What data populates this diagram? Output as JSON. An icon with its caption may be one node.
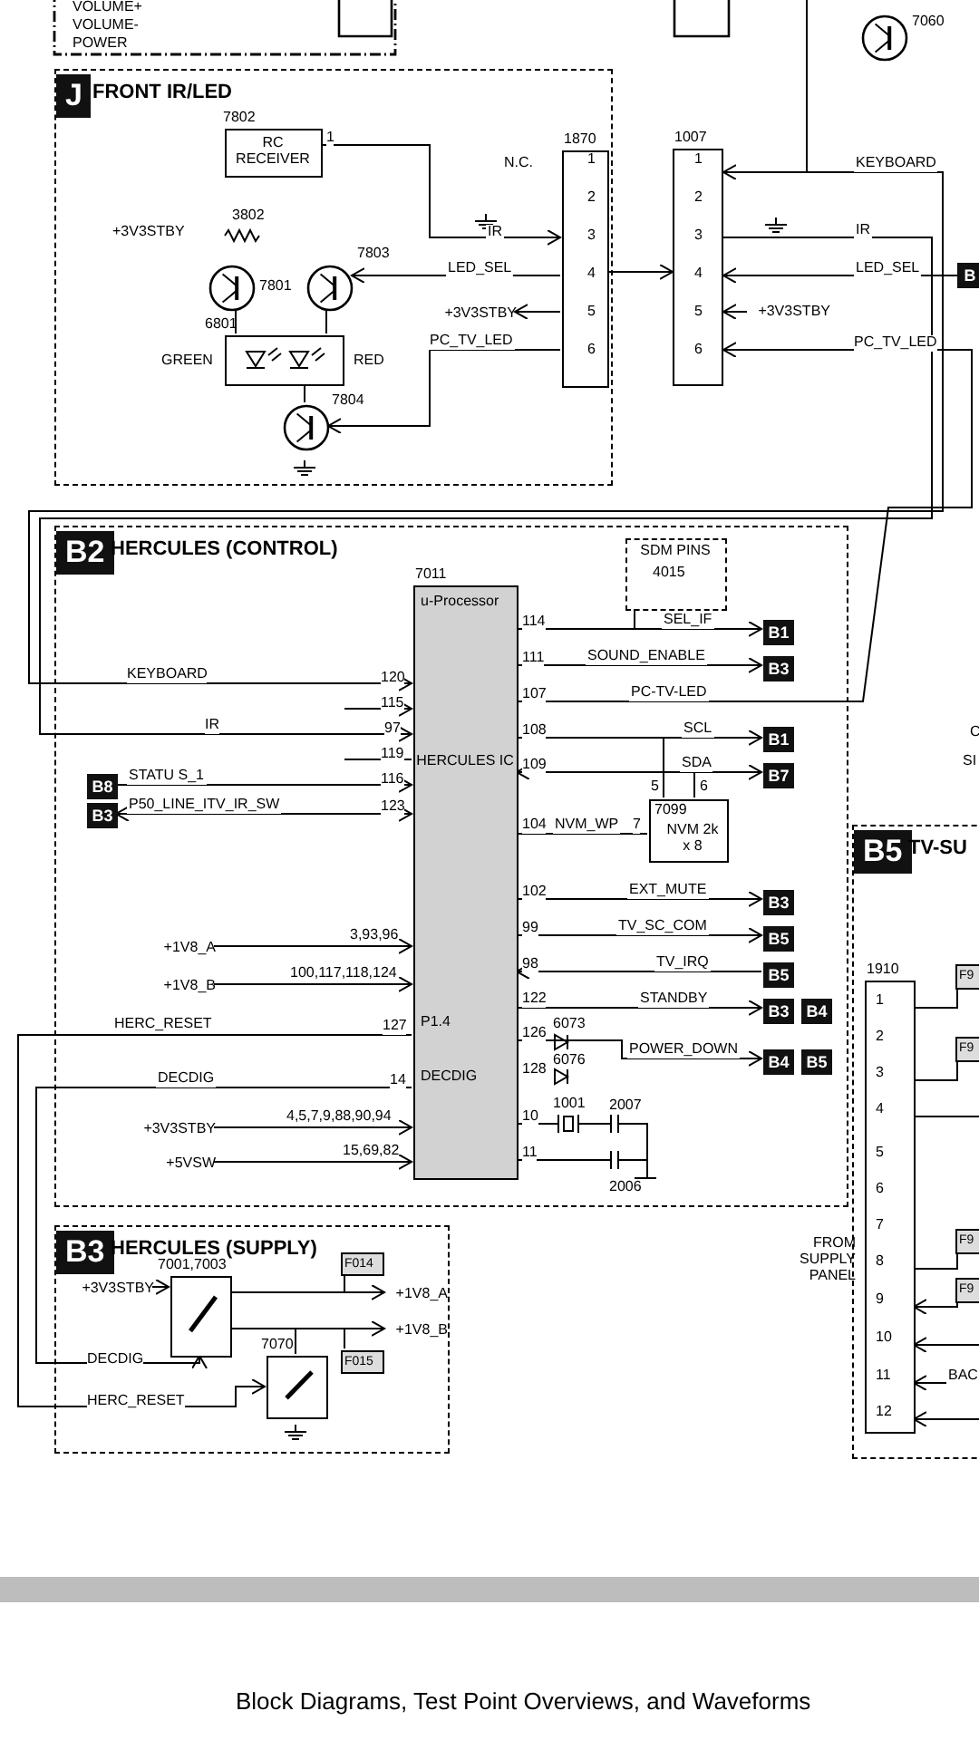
{
  "diagram": {
    "caption": "Block Diagrams, Test Point Overviews, and Waveforms",
    "nodes": [
      {
        "text": [
          "J",
          "FRONT IR/LED"
        ]
      },
      {
        "text": [
          "RC RECEIVER"
        ],
        "beside": [
          "7802"
        ],
        "in": 0
      },
      {
        "text": [
          "1870"
        ],
        "in": 0
      },
      {
        "text": [],
        "shape": "circle",
        "beside": [
          "7801"
        ],
        "in": 0
      },
      {
        "text": [],
        "shape": "circle",
        "beside": [
          "7803"
        ],
        "in": 0
      },
      {
        "text": [],
        "shape": "box",
        "beside": [
          "6801",
          "GREEN",
          "RED"
        ],
        "in": 0
      },
      {
        "text": [],
        "shape": "circle",
        "beside": [
          "7804"
        ],
        "in": 0
      },
      {
        "text": [
          "+3V3STBY"
        ],
        "in": 0
      },
      {
        "text": [
          "1007"
        ]
      },
      {
        "text": [
          "+3V3STBY"
        ]
      },
      {
        "text": [],
        "shape": "circle",
        "beside": [
          "7060"
        ]
      },
      {
        "text": [
          "B"
        ]
      },
      {
        "text": [
          "B2",
          "HERCULES (CONTROL)"
        ]
      },
      {
        "text": [
          "u-Processor",
          "HERCULES IC",
          "P1.4",
          "DECDIG"
        ],
        "beside": [
          "7011"
        ],
        "in": 12
      },
      {
        "text": [
          "SDM PINS",
          "4015"
        ],
        "in": 12
      },
      {
        "text": [
          "7099",
          "NVM 2k x 8"
        ],
        "in": 12
      },
      {
        "text": [
          "B8"
        ],
        "in": 12
      },
      {
        "text": [
          "B3"
        ],
        "in": 12
      },
      {
        "text": [
          "B1"
        ],
        "in": 12
      },
      {
        "text": [
          "B3"
        ],
        "in": 12
      },
      {
        "text": [
          "B1"
        ],
        "in": 12
      },
      {
        "text": [
          "B7"
        ],
        "in": 12
      },
      {
        "text": [
          "B3"
        ],
        "in": 12
      },
      {
        "text": [
          "B5"
        ],
        "in": 12
      },
      {
        "text": [
          "B5"
        ],
        "in": 12
      },
      {
        "text": [
          "B3"
        ],
        "in": 12
      },
      {
        "text": [
          "B4"
        ],
        "in": 12
      },
      {
        "text": [
          "B4"
        ],
        "in": 12
      },
      {
        "text": [
          "B5"
        ],
        "in": 12
      },
      {
        "text": [
          "+1V8_A"
        ],
        "in": 12
      },
      {
        "text": [
          "+1V8_B"
        ],
        "in": 12
      },
      {
        "text": [
          "+3V3STBY"
        ],
        "in": 12
      },
      {
        "text": [
          "+5VSW"
        ],
        "in": 12
      },
      {
        "text": [
          "B3",
          "HERCULES (SUPPLY)"
        ]
      },
      {
        "text": [],
        "shape": "box",
        "beside": [
          "7001,7003"
        ],
        "in": 33
      },
      {
        "text": [],
        "shape": "box",
        "beside": [
          "7070"
        ],
        "in": 33
      },
      {
        "text": [
          "F014"
        ],
        "in": 33
      },
      {
        "text": [
          "F015"
        ],
        "in": 33
      },
      {
        "text": [
          "+3V3STBY"
        ],
        "in": 33
      },
      {
        "text": [
          "+1V8_A"
        ],
        "in": 33
      },
      {
        "text": [
          "+1V8_B"
        ],
        "in": 33
      },
      {
        "text": [
          "B5",
          "TV-SU"
        ]
      },
      {
        "text": [
          "1910"
        ],
        "beside": [
          "FROM SUPPLY PANEL"
        ],
        "in": 41
      },
      {
        "text": [
          "F9"
        ],
        "in": 41
      },
      {
        "text": [
          "F9"
        ],
        "in": 41
      },
      {
        "text": [
          "F9"
        ],
        "in": 41
      },
      {
        "text": [
          "F9"
        ],
        "in": 41
      }
    ],
    "edges": [
      {
        "from": 1,
        "to": 2,
        "arrow": "to",
        "label": "IR"
      },
      {
        "from": 2,
        "to": 4,
        "arrow": "to",
        "label": "LED_SEL"
      },
      {
        "from": 2,
        "to": 6,
        "arrow": "to",
        "label": "PC_TV_LED"
      },
      {
        "from": 3,
        "to": 5,
        "arrow": "none"
      },
      {
        "from": 4,
        "to": 5,
        "arrow": "none"
      },
      {
        "from": 5,
        "to": 6,
        "arrow": "none"
      },
      {
        "from": 2,
        "to": 7,
        "arrow": "to"
      },
      {
        "from": 2,
        "to": 8,
        "arrow": "to"
      },
      {
        "from": 9,
        "to": 8,
        "arrow": "to"
      },
      {
        "from": null,
        "to": 8,
        "arrow": "to"
      },
      {
        "from": 8,
        "to": 13,
        "arrow": "to",
        "label": "KEYBOARD"
      },
      {
        "from": 8,
        "to": 13,
        "arrow": "to",
        "label": "IR"
      },
      {
        "from": 11,
        "to": 8,
        "arrow": "to",
        "label": "LED_SEL"
      },
      {
        "from": null,
        "to": 13,
        "arrow": "to"
      },
      {
        "from": null,
        "to": 13,
        "arrow": "none"
      },
      {
        "from": 16,
        "to": 13,
        "arrow": "to",
        "label": "STATU S_1"
      },
      {
        "from": 17,
        "to": 13,
        "arrow": "both",
        "label": "P50_LINE_ITV_IR_SW"
      },
      {
        "from": 29,
        "to": 13,
        "arrow": "to"
      },
      {
        "from": 30,
        "to": 13,
        "arrow": "to"
      },
      {
        "from": 13,
        "to": 35,
        "arrow": "to",
        "label": "HERC_RESET"
      },
      {
        "from": 13,
        "to": 34,
        "arrow": "to",
        "label": "DECDIG"
      },
      {
        "from": 31,
        "to": 13,
        "arrow": "to"
      },
      {
        "from": 32,
        "to": 13,
        "arrow": "to"
      },
      {
        "from": 13,
        "to": 18,
        "arrow": "to",
        "label": "SEL_IF"
      },
      {
        "from": 13,
        "to": 19,
        "arrow": "to",
        "label": "SOUND_ENABLE"
      },
      {
        "from": 13,
        "to": 8,
        "arrow": "to",
        "label": "PC-TV-LED"
      },
      {
        "from": 14,
        "to": null,
        "arrow": "none"
      },
      {
        "from": 13,
        "to": 20,
        "arrow": "to",
        "label": "SCL"
      },
      {
        "from": 13,
        "to": 21,
        "arrow": "both",
        "label": "SDA"
      },
      {
        "from": 13,
        "to": 15,
        "arrow": "none",
        "label": "NVM_WP"
      },
      {
        "from": 15,
        "to": 20,
        "arrow": "none"
      },
      {
        "from": 15,
        "to": 21,
        "arrow": "none"
      },
      {
        "from": 13,
        "to": 22,
        "arrow": "to",
        "label": "EXT_MUTE"
      },
      {
        "from": 13,
        "to": 23,
        "arrow": "to",
        "label": "TV_SC_COM"
      },
      {
        "from": 24,
        "to": 13,
        "arrow": "to",
        "label": "TV_IRQ"
      },
      {
        "from": 13,
        "to": 25,
        "arrow": "to",
        "label": "STANDBY"
      },
      {
        "from": 13,
        "to": 27,
        "arrow": "to",
        "label": "POWER_DOWN"
      },
      {
        "from": 38,
        "to": 34,
        "arrow": "to"
      },
      {
        "from": 34,
        "to": 39,
        "arrow": "to"
      },
      {
        "from": 34,
        "to": 40,
        "arrow": "to"
      },
      {
        "from": 35,
        "to": null,
        "arrow": "none"
      },
      {
        "from": 36,
        "to": null,
        "arrow": "none"
      },
      {
        "from": 37,
        "to": null,
        "arrow": "none"
      },
      {
        "from": 42,
        "to": null,
        "arrow": "none"
      },
      {
        "from": null,
        "to": 42,
        "arrow": "to"
      },
      {
        "from": null,
        "to": 42,
        "arrow": "to",
        "label": "BAC"
      },
      {
        "from": null,
        "to": 42,
        "arrow": "to"
      },
      {
        "from": 43,
        "to": 42,
        "arrow": "none"
      },
      {
        "from": 44,
        "to": 42,
        "arrow": "none"
      },
      {
        "from": 45,
        "to": 42,
        "arrow": "none"
      },
      {
        "from": 46,
        "to": 42,
        "arrow": "to"
      }
    ],
    "labels": [
      "VOLUME+",
      "VOLUME-",
      "POWER",
      "1",
      "+3V3STBY",
      "3802",
      "N.C.",
      "1",
      "2",
      "3",
      "4",
      "5",
      "6",
      "1",
      "2",
      "3",
      "4",
      "5",
      "6",
      "PC_TV_LED",
      "KEYBOARD",
      "IR",
      "120",
      "115",
      "97",
      "119",
      "116",
      "123",
      "3,93,96",
      "100,117,118,124",
      "127",
      "14",
      "4,5,7,9,88,90,94",
      "15,69,82",
      "114",
      "111",
      "107",
      "108",
      "109",
      "5",
      "6",
      "104",
      "7",
      "102",
      "99",
      "98",
      "122",
      "126",
      "6073",
      "128",
      "6076",
      "10",
      "1001",
      "2007",
      "11",
      "2006",
      "C",
      "SI",
      "DECDIG",
      "HERC_RESET",
      "1",
      "2",
      "3",
      "4",
      "5",
      "6",
      "7",
      "8",
      "9",
      "10",
      "11",
      "12"
    ]
  }
}
